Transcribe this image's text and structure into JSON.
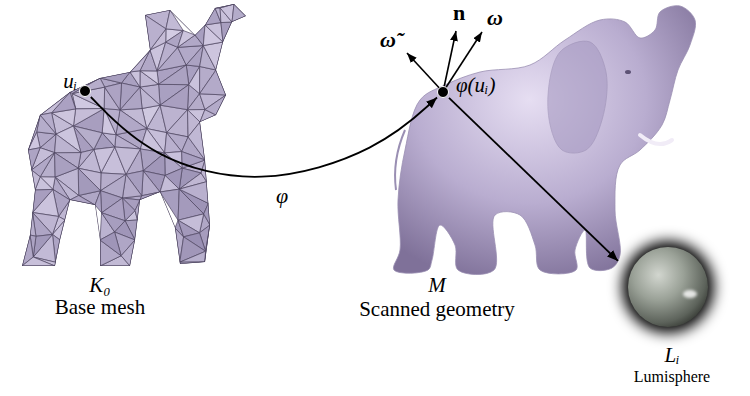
{
  "diagram": {
    "nodes": [
      {
        "text": [
          "uᵢ"
        ]
      },
      {
        "text": [
          "φ(uᵢ)"
        ]
      },
      {
        "text": [
          "Lᵢ",
          "Lumisphere"
        ]
      }
    ],
    "edges": [
      {
        "from": 0,
        "to": 1,
        "label": "φ",
        "arrow": "to"
      },
      {
        "from": 1,
        "to": 2,
        "arrow": "to"
      }
    ],
    "labels": [
      "n",
      "ω̃",
      "ω",
      "K₀",
      "Base mesh",
      "M",
      "Scanned geometry"
    ]
  }
}
